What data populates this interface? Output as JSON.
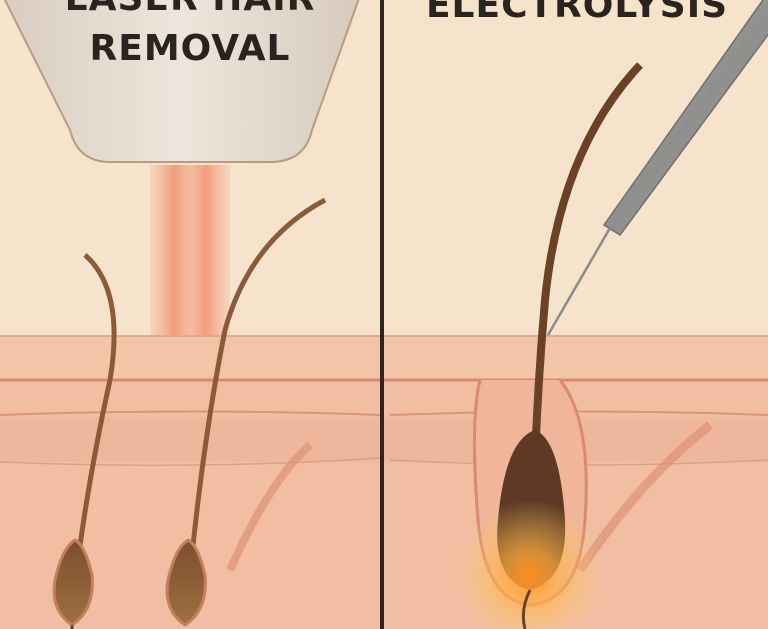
{
  "left_panel": {
    "title_line1": "LASER HAIR",
    "title_line2": "REMOVAL"
  },
  "right_panel": {
    "title": "ELECTROLYSIS"
  },
  "colors": {
    "background": "#f5e3cc",
    "divider": "#2e2420",
    "device": "#e8ddd2",
    "laser_beam": "#f08a6a",
    "epidermis": "#f2c3a5",
    "dermis": "#eeb59c",
    "hair": "#6b4228",
    "needle": "#a8a8a6",
    "heat_glow": "#ffb040"
  }
}
